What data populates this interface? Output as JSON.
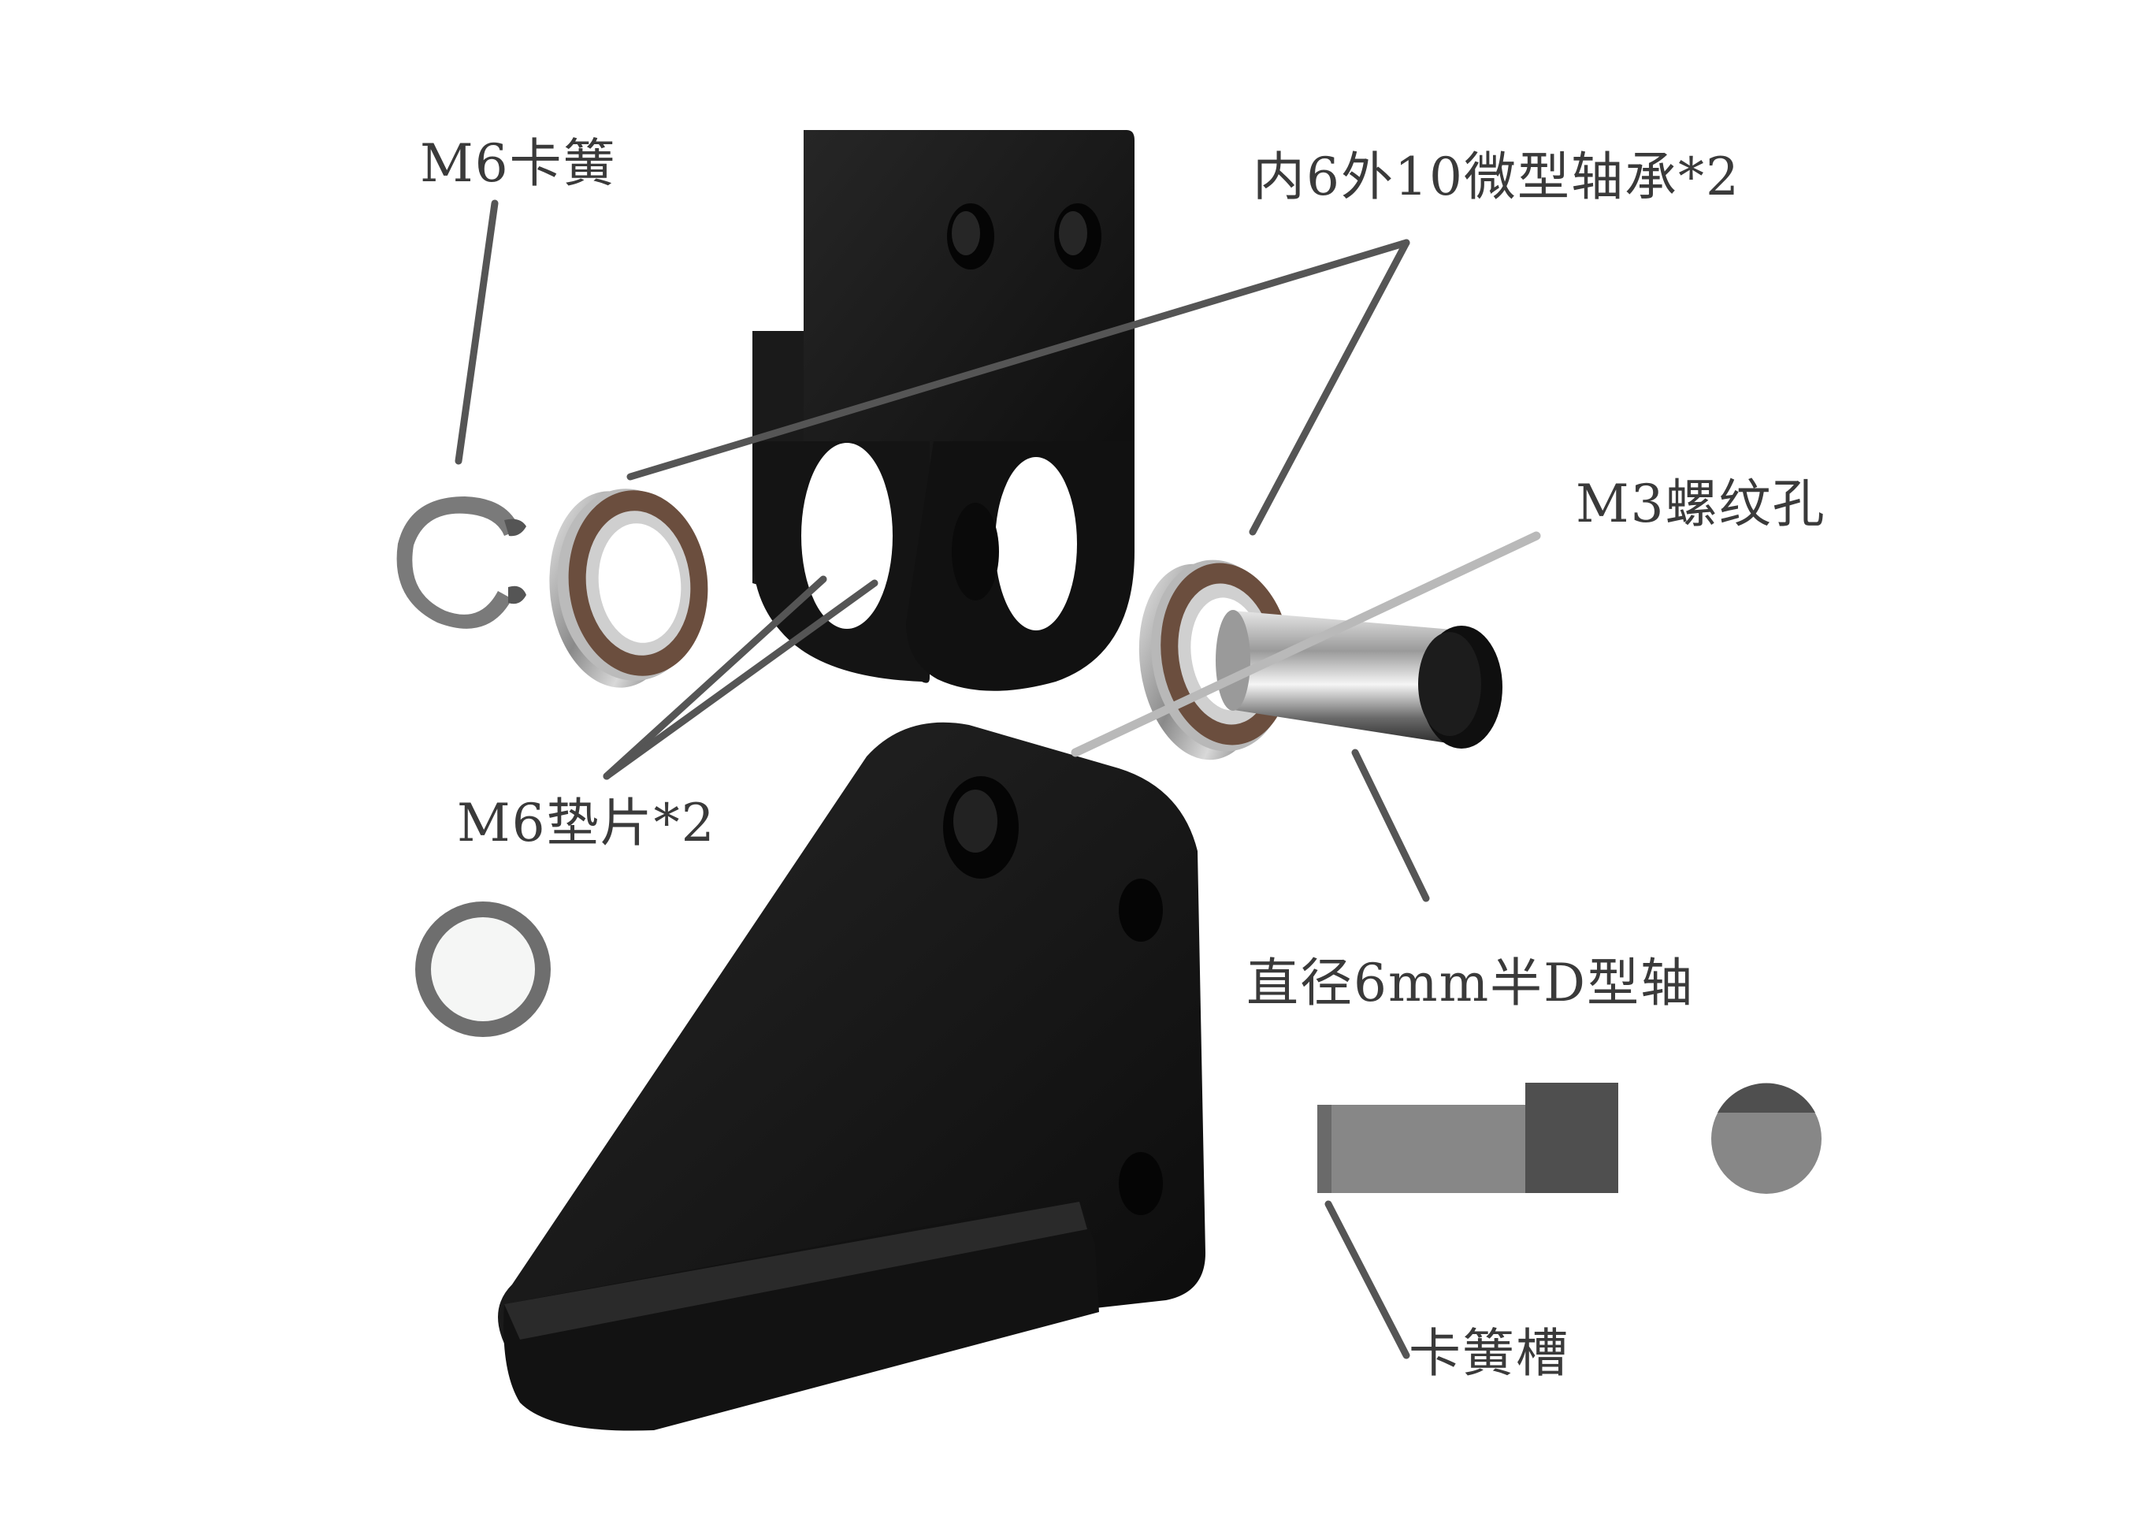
{
  "labels": {
    "m6_circlip": "M6卡簧",
    "bearing": "内6外10微型轴承*2",
    "m3_thread_hole": "M3螺纹孔",
    "m6_washer": "M6垫片*2",
    "shaft": "直径6mm半D型轴",
    "circlip_groove": "卡簧槽"
  },
  "colors": {
    "part_black": "#141414",
    "leader_dark": "#555555",
    "leader_light": "#b9b9b9",
    "text": "#3a3a3a",
    "washer_ring": "#6e6e6e",
    "shaft_light": "#878787",
    "shaft_dark": "#4f4f4f"
  }
}
